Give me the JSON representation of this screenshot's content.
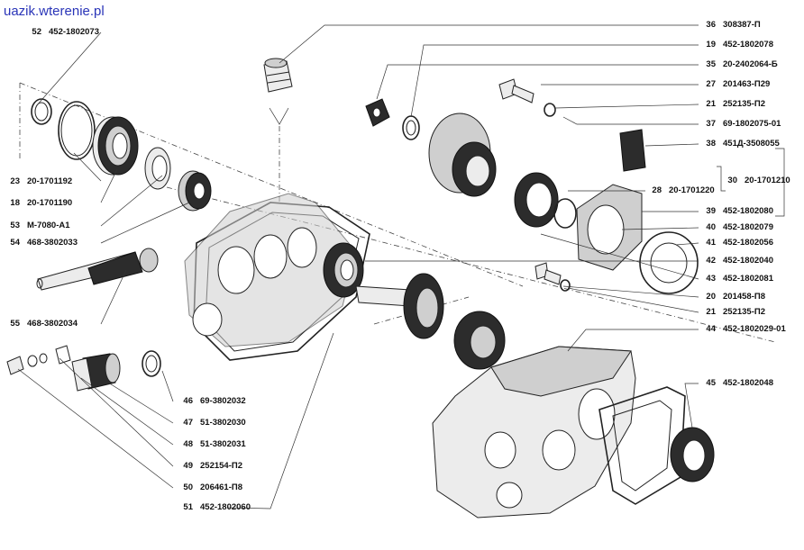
{
  "site_link": "uazik.wterenie.pl",
  "callouts": [
    {
      "num": "52",
      "code": "452-1802073"
    },
    {
      "num": "23",
      "code": "20-1701192"
    },
    {
      "num": "18",
      "code": "20-1701190"
    },
    {
      "num": "53",
      "code": "M-7080-A1"
    },
    {
      "num": "54",
      "code": "468-3802033"
    },
    {
      "num": "55",
      "code": "468-3802034"
    },
    {
      "num": "46",
      "code": "69-3802032"
    },
    {
      "num": "47",
      "code": "51-3802030"
    },
    {
      "num": "48",
      "code": "51-3802031"
    },
    {
      "num": "49",
      "code": "252154-П2"
    },
    {
      "num": "50",
      "code": "206461-П8"
    },
    {
      "num": "51",
      "code": "452-1802060"
    },
    {
      "num": "36",
      "code": "308387-П"
    },
    {
      "num": "19",
      "code": "452-1802078"
    },
    {
      "num": "35",
      "code": "20-2402064-Б"
    },
    {
      "num": "27",
      "code": "201463-П29"
    },
    {
      "num": "21",
      "code": "252135-П2"
    },
    {
      "num": "37",
      "code": "69-1802075-01"
    },
    {
      "num": "38",
      "code": "451Д-3508055"
    },
    {
      "num": "28",
      "code": "20-1701220"
    },
    {
      "num": "30",
      "code": "20-1701210"
    },
    {
      "num": "39",
      "code": "452-1802080"
    },
    {
      "num": "40",
      "code": "452-1802079"
    },
    {
      "num": "41",
      "code": "452-1802056"
    },
    {
      "num": "42",
      "code": "452-1802040"
    },
    {
      "num": "43",
      "code": "452-1802081"
    },
    {
      "num": "20",
      "code": "201458-П8"
    },
    {
      "num": "21",
      "code": "252135-П2"
    },
    {
      "num": "44",
      "code": "452-1802029-01"
    },
    {
      "num": "45",
      "code": "452-1802048"
    }
  ]
}
